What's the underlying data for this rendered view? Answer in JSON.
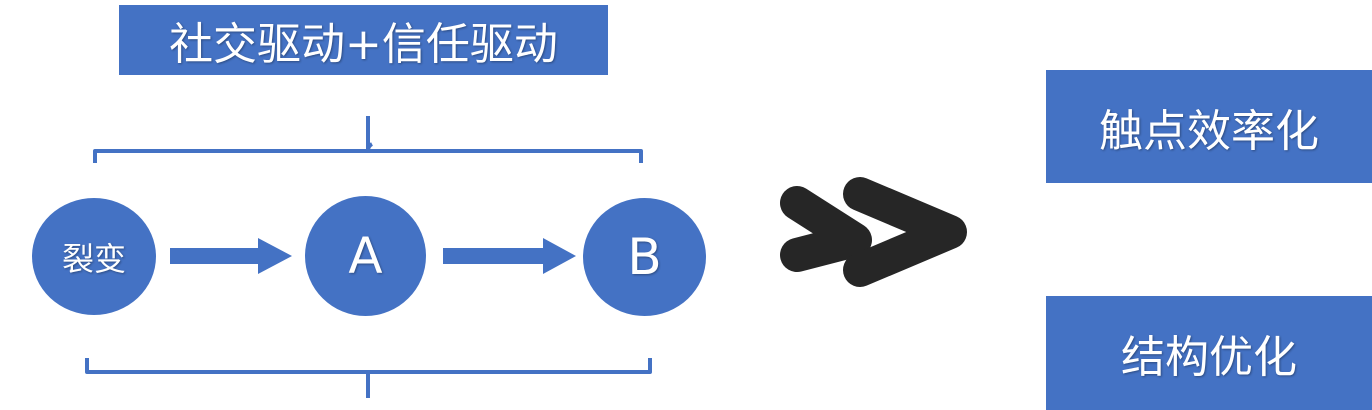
{
  "title": "社交驱动+信任驱动",
  "nodes": {
    "fission": "裂变",
    "a": "A",
    "b": "B"
  },
  "results": {
    "top": "触点效率化",
    "bottom": "结构优化"
  },
  "colors": {
    "accent": "#4472C4",
    "chevron": "#262626"
  },
  "icons": {
    "bracket": "curly-bracket",
    "arrow": "right-arrow",
    "transition": "double-chevron-right"
  }
}
